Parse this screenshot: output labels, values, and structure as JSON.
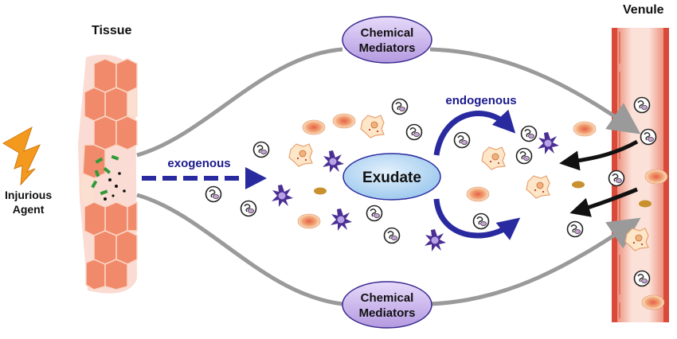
{
  "labels": {
    "tissue": "Tissue",
    "venule": "Venule",
    "injurious_agent": "Injurious\nAgent",
    "exogenous": "exogenous",
    "endogenous": "endogenous",
    "exudate": "Exudate",
    "mediator_top_line1": "Chemical",
    "mediator_top_line2": "Mediators",
    "mediator_bottom_line1": "Chemical",
    "mediator_bottom_line2": "Mediators"
  },
  "colors": {
    "tissue_cells": "#f08a6a",
    "venule_wall": "#d94a3a",
    "exudate_fill": "#b7d8f5",
    "pill_fill": "#c9b3ec",
    "arrow_blue": "#2a2aa0",
    "lightning": "#f39a1e",
    "curve_gray": "#9a9a9a",
    "rbc": "#f0a070",
    "star_purple": "#5a3aa0"
  },
  "icons": [
    "lightning-icon",
    "leukocyte-icon",
    "macrophage-icon",
    "red-blood-cell-icon",
    "star-cell-icon",
    "platelet-icon"
  ]
}
